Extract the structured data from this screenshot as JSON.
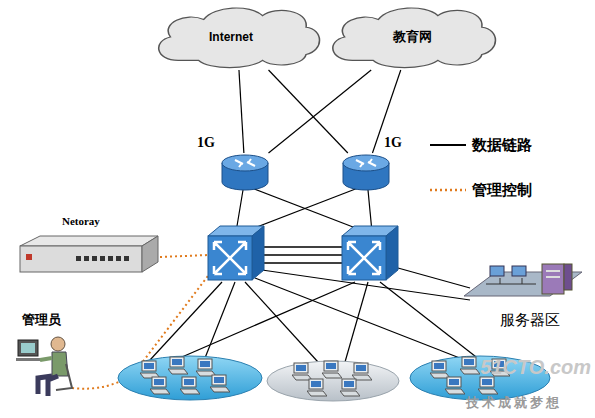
{
  "diagram": {
    "nodes": [
      {
        "text": [
          "Internet"
        ]
      },
      {
        "text": [
          "教育网"
        ]
      },
      {
        "text": [
          "1G"
        ]
      },
      {
        "text": [
          "1G"
        ]
      },
      {
        "text": [
          "Netoray"
        ]
      },
      {
        "text": [
          "管理员"
        ]
      },
      {
        "text": [
          "服务器区"
        ]
      }
    ],
    "edges": [
      {
        "from": 0,
        "to": 2,
        "arrow": "none"
      },
      {
        "from": 0,
        "to": 3,
        "arrow": "none"
      },
      {
        "from": 1,
        "to": 2,
        "arrow": "none"
      },
      {
        "from": 1,
        "to": 3,
        "arrow": "none"
      }
    ],
    "labels": [
      "51CTO.com",
      "技术成就梦想"
    ],
    "legend": [
      {
        "text": "数据链路"
      },
      {
        "text": "管理控制"
      }
    ]
  }
}
